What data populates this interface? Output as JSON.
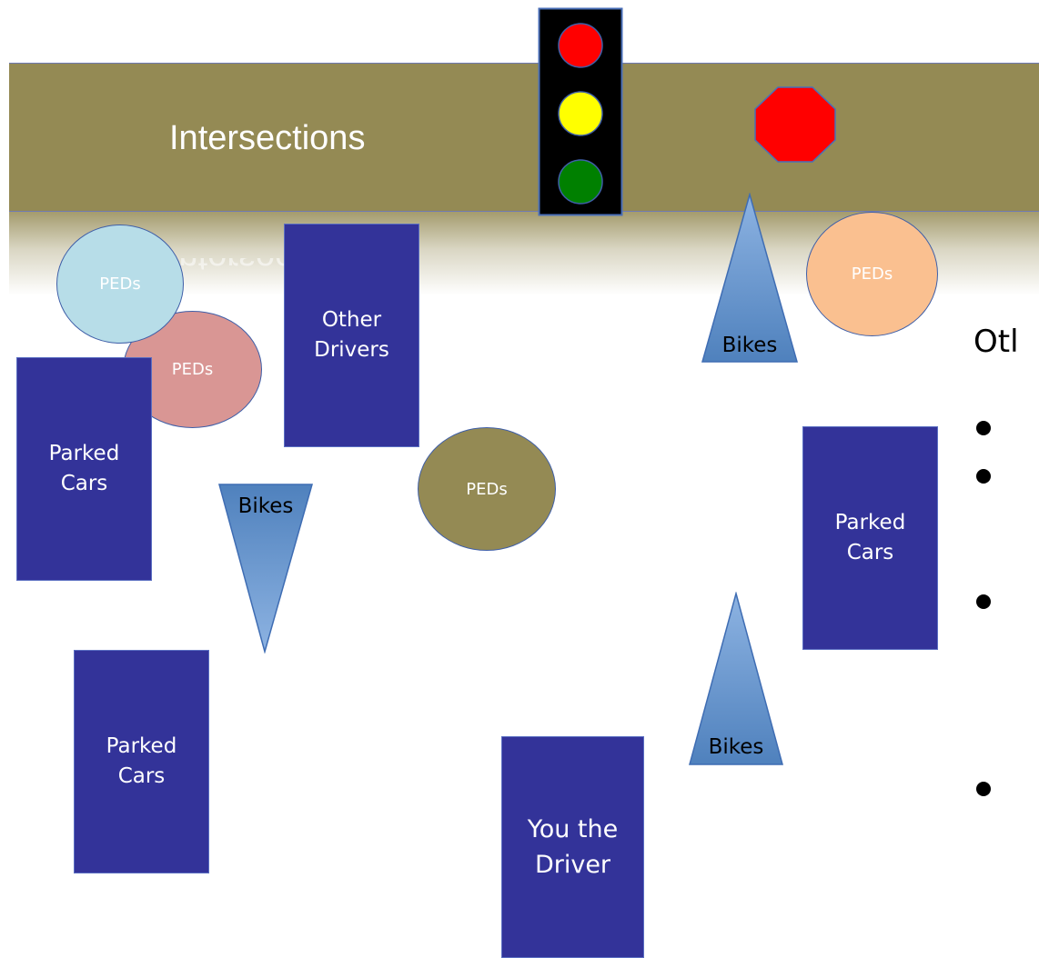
{
  "banner": {
    "title": "Intersections",
    "reflection_text": "Intersections",
    "color": "#948a54"
  },
  "traffic_light": {
    "red": "#ff0000",
    "yellow": "#ffff00",
    "green": "#008000"
  },
  "stop_sign": {
    "color": "#ff0000"
  },
  "shapes": {
    "peds_blue": "PEDs",
    "peds_pink": "PEDs",
    "peds_olive": "PEDs",
    "peds_peach": "PEDs",
    "other_drivers": "Other\nDrivers",
    "parked_cars_left_top": "Parked\nCars",
    "parked_cars_left_bottom": "Parked\nCars",
    "parked_cars_right": "Parked\nCars",
    "you_the_driver": "You the\nDriver",
    "bikes_top": "Bikes",
    "bikes_left": "Bikes",
    "bikes_right": "Bikes"
  },
  "colors": {
    "vehicle": "#333399",
    "peds_blue": "#b7dde8",
    "peds_pink": "#d99694",
    "peds_olive": "#948a54",
    "peds_peach": "#fac090",
    "bike_light": "#8db3e2",
    "bike_dark": "#4f81bd"
  },
  "side_panel": {
    "heading": "Otl"
  }
}
